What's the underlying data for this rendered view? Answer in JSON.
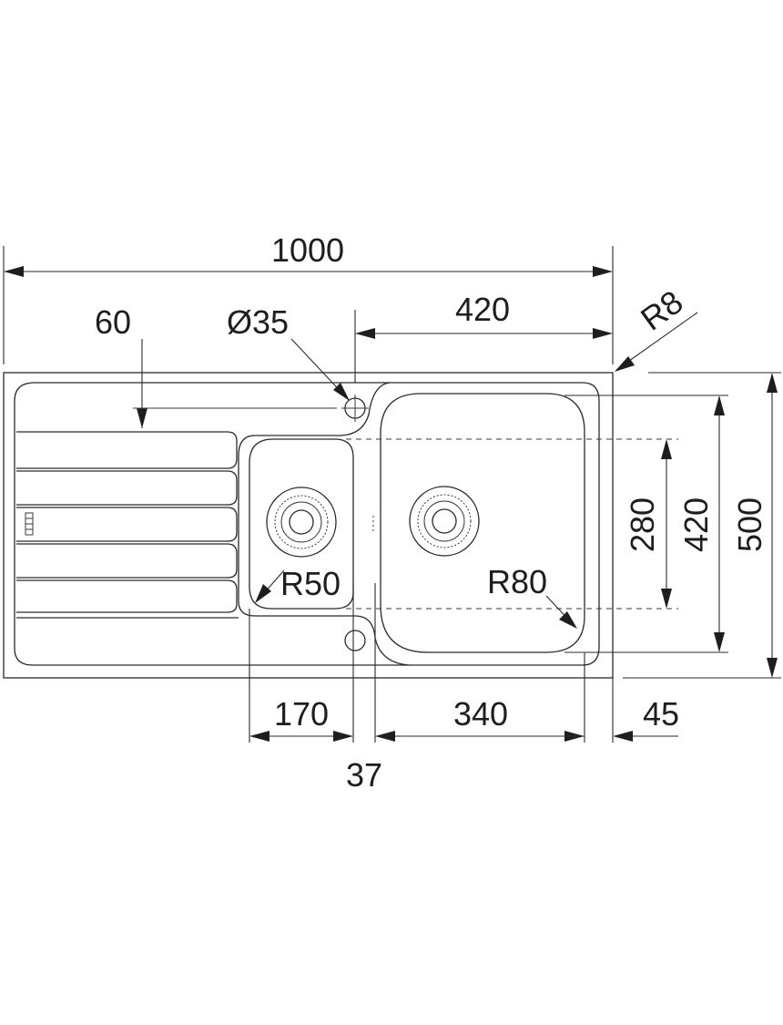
{
  "labels": {
    "overall_width": "1000",
    "drainer_offset": "60",
    "tap_hole": "Ø35",
    "main_bowl_zone": "420",
    "corner_radius": "R8",
    "overall_depth": "500",
    "main_bowl_depth": "420",
    "inner_depth": "280",
    "small_bowl_radius": "R50",
    "main_bowl_radius": "R80",
    "small_bowl_width": "170",
    "bowl_gap": "37",
    "main_bowl_width": "340",
    "rim_margin": "45"
  },
  "colors": {
    "line": "#2a2a2a",
    "text": "#1e1e1e",
    "background": "#ffffff"
  }
}
